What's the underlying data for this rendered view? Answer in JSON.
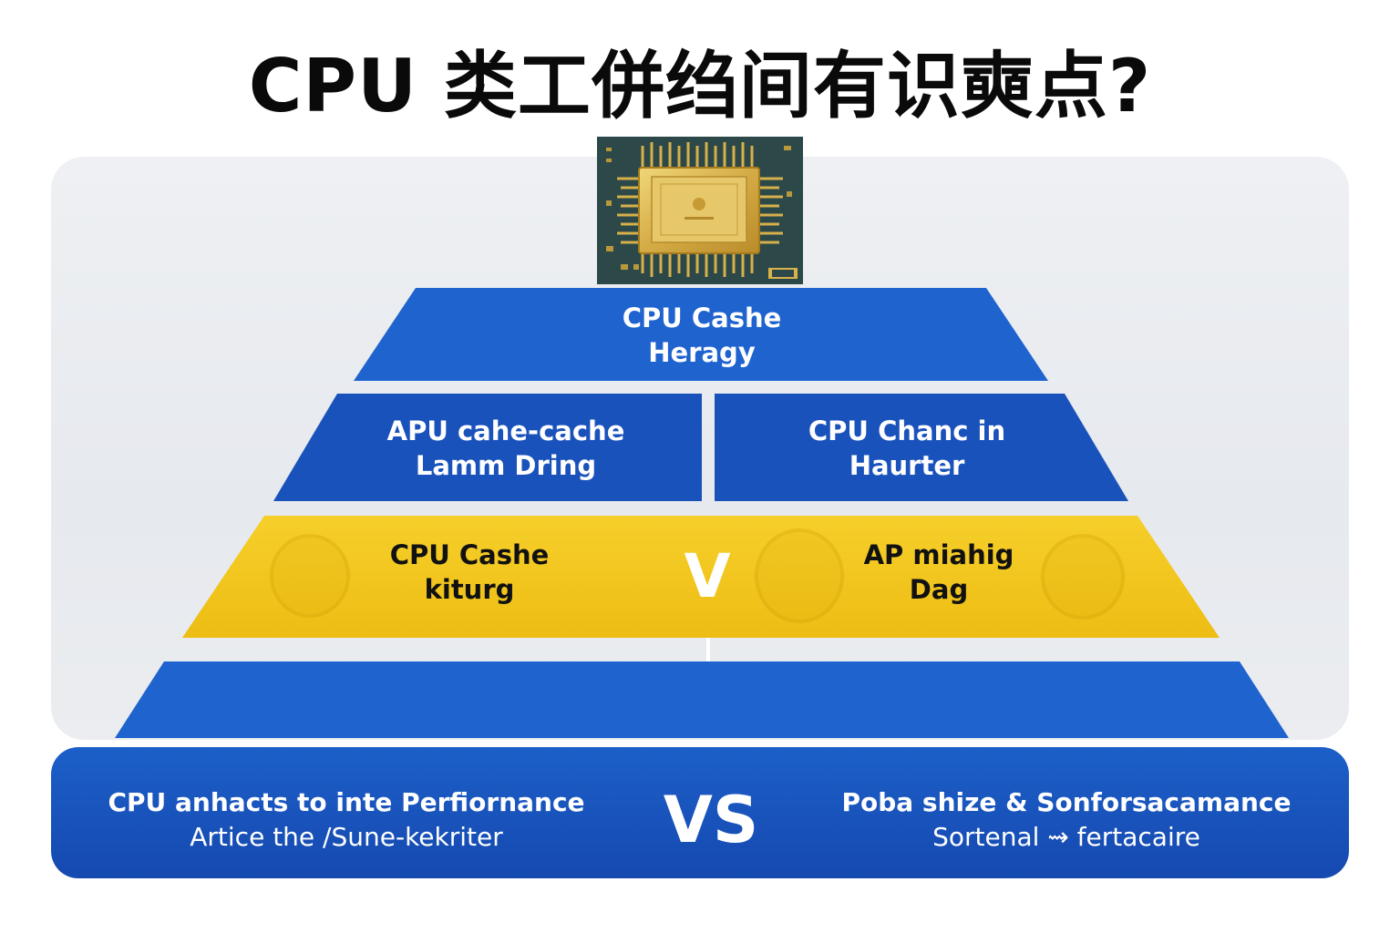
{
  "title": "CPU 类工併绉间有识奭点?",
  "pyramid": {
    "top": {
      "line1": "CPU Cashe",
      "line2": "Heragy"
    },
    "middle_left": {
      "line1": "APU cahe-cache",
      "line2": "Lamm Dring"
    },
    "middle_right": {
      "line1": "CPU Chanc in",
      "line2": "Haurter"
    },
    "yellow_left": {
      "line1": "CPU Cashe",
      "line2": "kiturg"
    },
    "yellow_center": "V",
    "yellow_right": {
      "line1": "AP miahig",
      "line2": "Dag"
    }
  },
  "bottom": {
    "left_main": "CPU anhacts to inte Perfiornance",
    "left_sub": "Artice the /Sune-kekriter",
    "vs": "VS",
    "right_main": "Poba shize & Sonforsacamance",
    "right_sub": "Sortenal ⇝ fertacaire"
  },
  "colors": {
    "blue": "#1f63cf",
    "blue_dark": "#1a52bc",
    "yellow": "#f2c21c",
    "chip_gold": "#d9b24a",
    "board_green": "#2f4a4c"
  }
}
